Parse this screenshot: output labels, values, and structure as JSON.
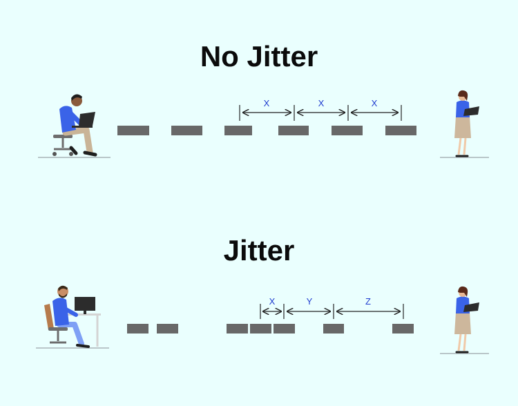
{
  "sections": {
    "no_jitter": {
      "title": "No Jitter",
      "gap_labels": [
        "X",
        "X",
        "X"
      ]
    },
    "jitter": {
      "title": "Jitter",
      "gap_labels": [
        "X",
        "Y",
        "Z"
      ]
    }
  },
  "colors": {
    "background": "#eafffe",
    "packet": "#686868",
    "gap_label": "#1f3ccf",
    "person_shirt": "#3a63e8"
  },
  "icons": {
    "sender_top": "person-at-laptop-icon",
    "receiver_top": "woman-holding-laptop-icon",
    "sender_bottom": "person-at-desktop-icon",
    "receiver_bottom": "woman-holding-laptop-icon"
  }
}
